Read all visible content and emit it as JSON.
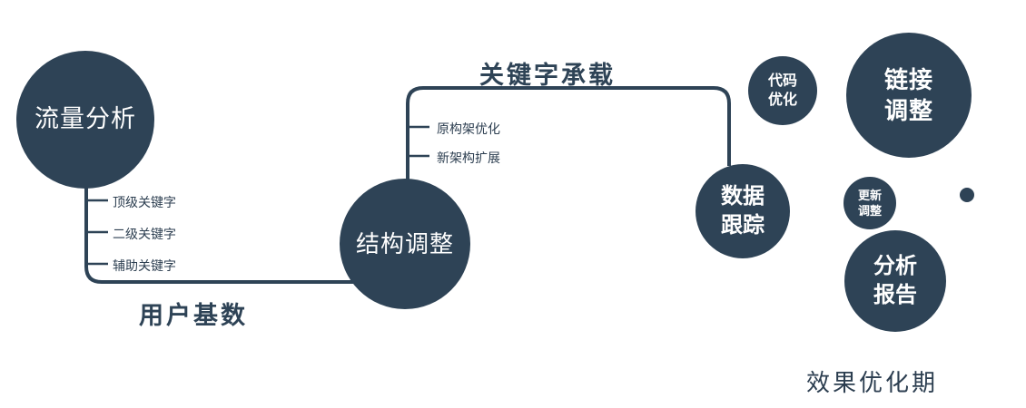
{
  "colors": {
    "primary": "#2e4356",
    "text_light": "#ffffff"
  },
  "nodes": {
    "traffic": {
      "label": "流量分析"
    },
    "structure": {
      "label": "结构调整"
    },
    "tracking": {
      "line1": "数据",
      "line2": "跟踪"
    },
    "code": {
      "line1": "代码",
      "line2": "优化"
    },
    "link": {
      "line1": "链接",
      "line2": "调整"
    },
    "update": {
      "line1": "更新",
      "line2": "调整"
    },
    "report": {
      "line1": "分析",
      "line2": "报告"
    }
  },
  "edges": {
    "user_base": "用户基数",
    "keyword_carry": "关键字承载"
  },
  "branches": {
    "traffic": [
      "顶级关键字",
      "二级关键字",
      "辅助关键字"
    ],
    "structure": [
      "原构架优化",
      "新架构扩展"
    ]
  },
  "footer": "效果优化期"
}
